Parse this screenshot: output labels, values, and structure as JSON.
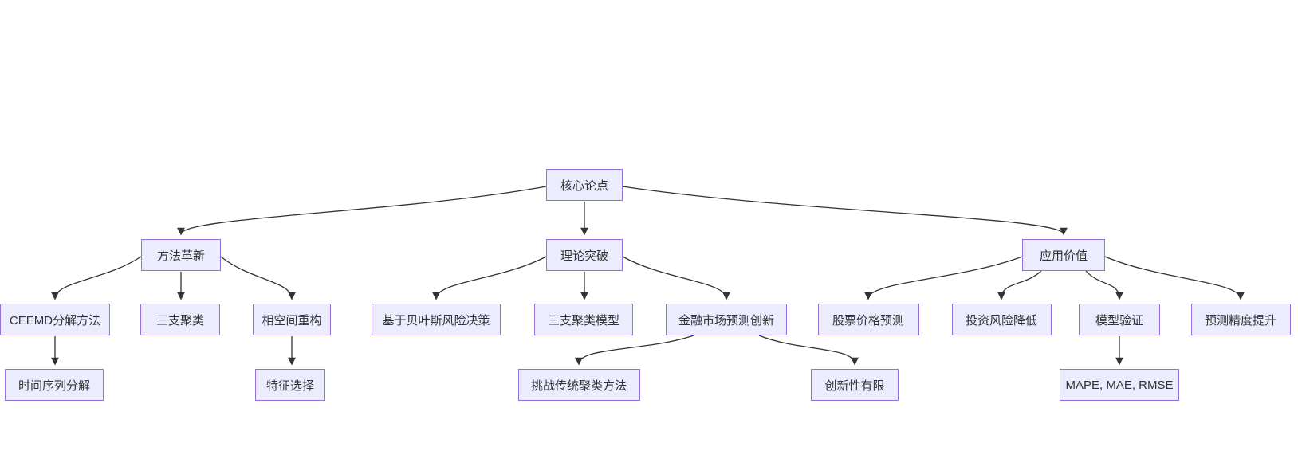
{
  "diagram": {
    "type": "flowchart-top-down",
    "background_color": "#ffffff",
    "node_fill_color": "#ECECFF",
    "node_border_color": "#9370DB",
    "edge_color": "#333333",
    "text_color": "#333333",
    "nodes": [
      {
        "id": "root",
        "label": "核心论点"
      },
      {
        "id": "method",
        "label": "方法革新"
      },
      {
        "id": "theory",
        "label": "理论突破"
      },
      {
        "id": "application",
        "label": "应用价值"
      },
      {
        "id": "ceemd",
        "label": "CEEMD分解方法"
      },
      {
        "id": "three-way",
        "label": "三支聚类"
      },
      {
        "id": "phase-space",
        "label": "相空间重构"
      },
      {
        "id": "bayes",
        "label": "基于贝叶斯风险决策"
      },
      {
        "id": "twc-model",
        "label": "三支聚类模型"
      },
      {
        "id": "fin-innovation",
        "label": "金融市场预测创新"
      },
      {
        "id": "stock",
        "label": "股票价格预测"
      },
      {
        "id": "risk",
        "label": "投资风险降低"
      },
      {
        "id": "validation",
        "label": "模型验证"
      },
      {
        "id": "accuracy",
        "label": "预测精度提升"
      },
      {
        "id": "ts-decomp",
        "label": "时间序列分解"
      },
      {
        "id": "feature",
        "label": "特征选择"
      },
      {
        "id": "challenge",
        "label": "挑战传统聚类方法"
      },
      {
        "id": "limited",
        "label": "创新性有限"
      },
      {
        "id": "metrics",
        "label": "MAPE, MAE, RMSE"
      }
    ],
    "edges": [
      {
        "from": "root",
        "to": "method"
      },
      {
        "from": "root",
        "to": "theory"
      },
      {
        "from": "root",
        "to": "application"
      },
      {
        "from": "method",
        "to": "ceemd"
      },
      {
        "from": "method",
        "to": "three-way"
      },
      {
        "from": "method",
        "to": "phase-space"
      },
      {
        "from": "theory",
        "to": "bayes"
      },
      {
        "from": "theory",
        "to": "twc-model"
      },
      {
        "from": "theory",
        "to": "fin-innovation"
      },
      {
        "from": "application",
        "to": "stock"
      },
      {
        "from": "application",
        "to": "risk"
      },
      {
        "from": "application",
        "to": "validation"
      },
      {
        "from": "application",
        "to": "accuracy"
      },
      {
        "from": "ceemd",
        "to": "ts-decomp"
      },
      {
        "from": "phase-space",
        "to": "feature"
      },
      {
        "from": "fin-innovation",
        "to": "challenge"
      },
      {
        "from": "fin-innovation",
        "to": "limited"
      },
      {
        "from": "validation",
        "to": "metrics"
      }
    ]
  }
}
